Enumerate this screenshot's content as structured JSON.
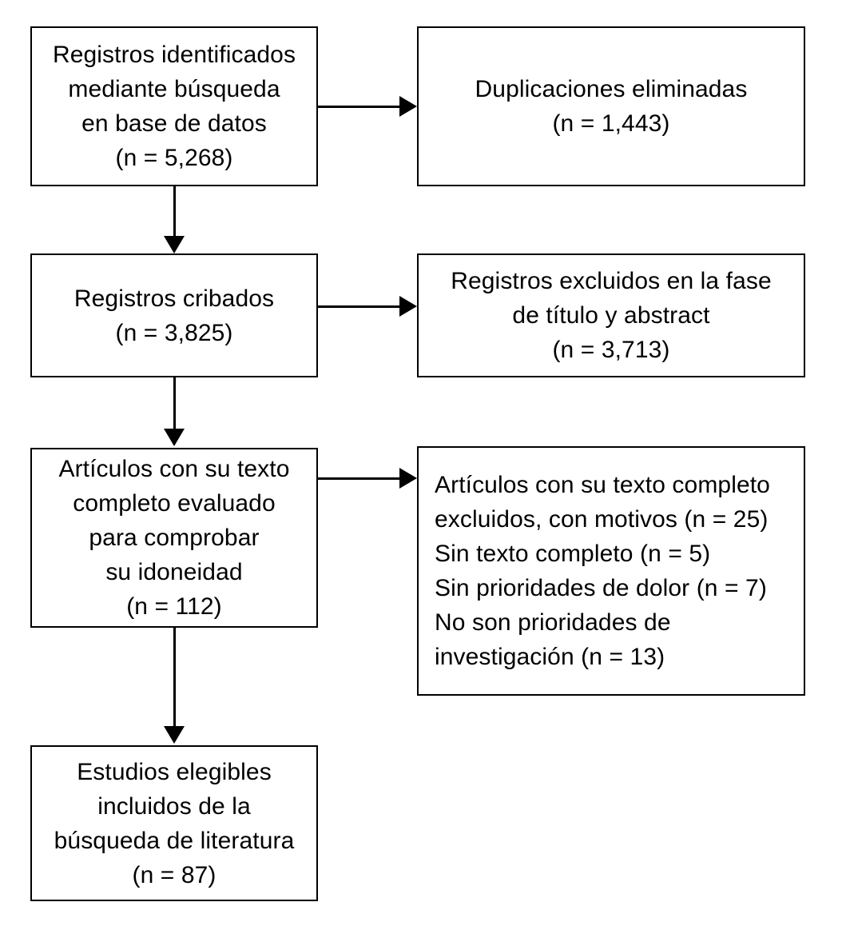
{
  "diagram": {
    "title": "PRISMA flow diagram",
    "language": "es",
    "stroke_color": "#000000",
    "background_color": "#ffffff",
    "nodes": {
      "identification": {
        "name": "records-identified",
        "lines": [
          "Registros identificados",
          "mediante búsqueda",
          "en base de datos",
          "(n = 5,268)"
        ],
        "count_label": "(n = 5,268)",
        "count": 5268,
        "align": "center"
      },
      "duplicates_removed": {
        "name": "duplicates-removed",
        "lines": [
          "Duplicaciones eliminadas",
          "(n = 1,443)"
        ],
        "count_label": "(n = 1,443)",
        "count": 1443,
        "align": "center"
      },
      "screened": {
        "name": "records-screened",
        "lines": [
          "Registros cribados",
          "(n = 3,825)"
        ],
        "count_label": "(n = 3,825)",
        "count": 3825,
        "align": "center"
      },
      "excluded_title_abstract": {
        "name": "records-excluded-title-abstract",
        "lines": [
          "Registros excluidos en la fase",
          "de título y abstract",
          "(n = 3,713)"
        ],
        "count_label": "(n = 3,713)",
        "count": 3713,
        "align": "center"
      },
      "fulltext_assessed": {
        "name": "fulltext-assessed-eligibility",
        "lines": [
          "Artículos con su texto",
          "completo evaluado",
          "para comprobar",
          "su idoneidad",
          "(n = 112)"
        ],
        "count_label": "(n = 112)",
        "count": 112,
        "align": "center"
      },
      "fulltext_excluded": {
        "name": "fulltext-excluded-with-reasons",
        "header_lines": [
          "Artículos con su texto completo",
          "excluidos, con motivos (n = 25)"
        ],
        "reason_lines": [
          "Sin texto completo (n = 5)",
          "Sin prioridades de dolor (n = 7)",
          "No son prioridades de",
          "investigación (n = 13)"
        ],
        "count_label": "(n = 25)",
        "count": 25,
        "reasons": [
          {
            "label": "Sin texto completo",
            "count_label": "(n = 5)",
            "count": 5
          },
          {
            "label": "Sin prioridades de dolor",
            "count_label": "(n = 7)",
            "count": 7
          },
          {
            "label": "No son prioridades de investigación",
            "count_label": "(n = 13)",
            "count": 13
          }
        ],
        "align": "left"
      },
      "included": {
        "name": "studies-included",
        "lines": [
          "Estudios elegibles",
          "incluidos de la",
          "búsqueda de literatura",
          "(n = 87)"
        ],
        "count_label": "(n = 87)",
        "count": 87,
        "align": "center"
      }
    },
    "connectors": [
      {
        "name": "arrow-identification-to-duplicates",
        "type": "horizontal-arrow"
      },
      {
        "name": "arrow-identification-to-screened",
        "type": "vertical-arrow"
      },
      {
        "name": "arrow-screened-to-excluded",
        "type": "horizontal-arrow"
      },
      {
        "name": "arrow-screened-to-fulltext",
        "type": "vertical-arrow"
      },
      {
        "name": "arrow-fulltext-to-excluded",
        "type": "horizontal-arrow"
      },
      {
        "name": "arrow-fulltext-to-included",
        "type": "vertical-arrow"
      }
    ]
  }
}
